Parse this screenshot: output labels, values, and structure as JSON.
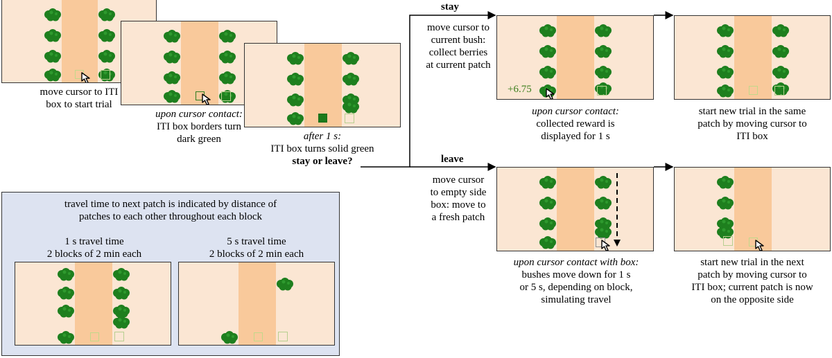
{
  "steps": {
    "step1": {
      "line1": "move cursor to ITI",
      "line2": "box to start trial"
    },
    "step2": {
      "italic": "upon cursor contact:",
      "line2": "ITI box borders turn",
      "line3": "dark green"
    },
    "step3": {
      "italic": "after 1 s:",
      "line2": "ITI box turns solid green",
      "bold": "stay or leave?"
    }
  },
  "stay": {
    "label": "stay",
    "note_italic1": "move cursor to",
    "note_italic2": "current bush:",
    "note_line3": "collect berries",
    "note_line4": "at current patch",
    "reward": "+6.75",
    "cap_italic": "upon cursor contact:",
    "cap_line2": "collected reward is",
    "cap_line3": "displayed for 1 s",
    "next_line1": "start new trial in the same",
    "next_line2": "patch by moving cursor to",
    "next_line3": "ITI box"
  },
  "leave": {
    "label": "leave",
    "note_italic1": "move cursor",
    "note_italic2": "to empty side",
    "note_italic3": "box:",
    "note_line3b": " move to",
    "note_line4": "a fresh patch",
    "cap_italic": "upon cursor contact with box:",
    "cap_line2": "bushes move down for 1 s",
    "cap_line3": "or 5 s, depending on block,",
    "cap_line4": "simulating travel",
    "next_line1": "start new trial in the next",
    "next_line2": "patch by moving cursor to",
    "next_line3": "ITI box; current patch is now",
    "next_line4": "on the opposite side"
  },
  "travel": {
    "title_bold": "travel time to next patch",
    "title_rest": " is indicated by distance of",
    "title_line2": "patches to each other throughout each block",
    "short_label": "1 s travel time",
    "short_sub": "2 blocks of 2 min each",
    "long_label": "5 s travel time",
    "long_sub": "2 blocks of 2 min each"
  },
  "colors": {
    "background": "#fbe6d3",
    "path": "#f9c99b",
    "bush": "#1e7f1e",
    "info_box": "#dde3f1"
  }
}
